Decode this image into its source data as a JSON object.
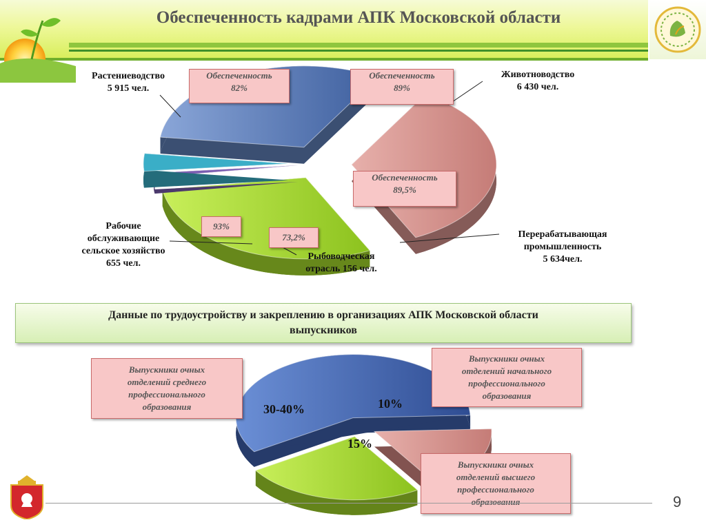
{
  "header": {
    "title": "Обеспеченность кадрами АПК Московской области"
  },
  "chart_data": [
    {
      "type": "pie",
      "slices": [
        {
          "name": "Растениеводство",
          "value": 5915,
          "unit": "чел.",
          "label_line1": "Растениеводство",
          "label_line2": "5 915 чел.",
          "callout_line1": "Обеспеченность",
          "callout_line2": "82%",
          "color": "#5f7fb8"
        },
        {
          "name": "Животноводство",
          "value": 6430,
          "unit": "чел.",
          "label_line1": "Животноводство",
          "label_line2": "6 430 чел.",
          "callout_line1": "Обеспеченность",
          "callout_line2": "89%",
          "color": "#d7938e"
        },
        {
          "name": "Перерабатывающая промышленность",
          "value": 5634,
          "unit": "чел.",
          "label_lines": [
            "Перерабатывающая",
            "промышленность",
            "5 634чел."
          ],
          "callout_line1": "Обеспеченность",
          "callout_line2": "89,5%",
          "color": "#a6dc2c"
        },
        {
          "name": "Рыбоводческая отрасль",
          "value": 156,
          "unit": "чел.",
          "label_lines": [
            "Рыбоводческая",
            "отрасль 156 чел."
          ],
          "callout": "73,2%",
          "color": "#7a5cb0"
        },
        {
          "name": "Рабочие обслуживающие сельское хозяйство",
          "value": 655,
          "unit": "чел.",
          "label_lines": [
            "Рабочие",
            "обслуживающие",
            "сельское хозяйство",
            "655 чел."
          ],
          "callout": "93%",
          "color": "#3aaec7"
        }
      ]
    },
    {
      "type": "pie",
      "title": "Данные по трудоустройству и закреплению в организациях АПК Московской области выпускников",
      "title_lines": [
        "Данные по трудоустройству и закреплению в организациях АПК Московской области",
        "выпускников"
      ],
      "slices": [
        {
          "name": "Выпускники очных отделений среднего профессионального образования",
          "value_label": "30-40%",
          "value_min": 30,
          "value_max": 40,
          "lines": [
            "Выпускники очных",
            "отделений среднего",
            "профессионального",
            "образования"
          ],
          "color": "#3f63b0"
        },
        {
          "name": "Выпускники очных отделений начального профессионального образования",
          "value_label": "10%",
          "value": 10,
          "lines": [
            "Выпускники очных",
            "отделений начального",
            "профессионального",
            "образования"
          ],
          "color": "#d98a86"
        },
        {
          "name": "Выпускники очных отделений высшего профессионального образования",
          "value_label": "15%",
          "value": 15,
          "lines": [
            "Выпускники очных",
            "отделений высшего",
            "профессионального",
            "образования"
          ],
          "color": "#a6dc2c"
        }
      ]
    }
  ],
  "footer": {
    "page_number": "9"
  }
}
